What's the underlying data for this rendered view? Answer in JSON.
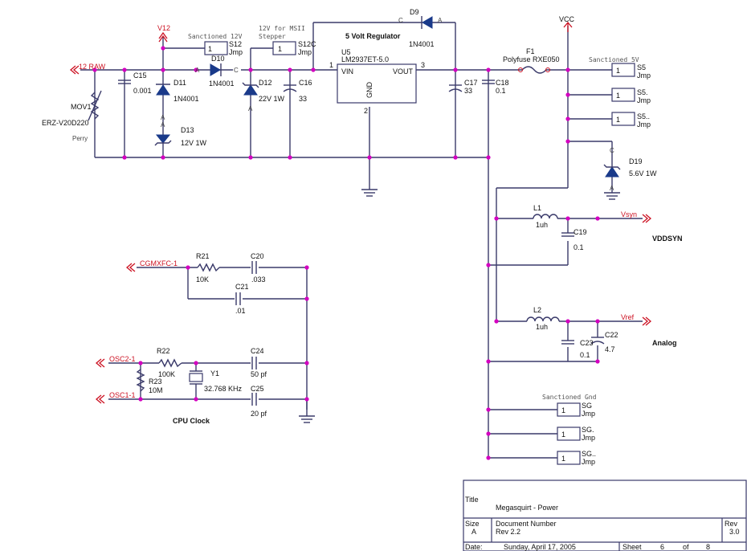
{
  "nets": {
    "v12": "V12",
    "vcc": "VCC",
    "raw12": "12 RAW",
    "cgmxfc": "CGMXFC-1",
    "osc2": "OSC2-1",
    "osc1": "OSC1-1",
    "vsyn": "Vsyn",
    "vref": "Vref"
  },
  "notes": {
    "sanctioned12v": "Sanctioned 12V",
    "msii": "12V for MSII",
    "stepper": "Stepper",
    "regulator": "5 Volt Regulator",
    "sanctioned5v": "Sanctioned 5V",
    "sanctionedgnd": "Sanctioned Gnd",
    "vddsyn": "VDDSYN",
    "analog": "Analog",
    "cpuclock": "CPU Clock",
    "perry": "Perry"
  },
  "components": {
    "c15": {
      "ref": "C15",
      "value": "0.001"
    },
    "mov1": {
      "ref": "MOV1",
      "value": "ERZ-V20D220"
    },
    "d11": {
      "ref": "D11",
      "value": "1N4001"
    },
    "d13": {
      "ref": "D13",
      "value": "12V 1W"
    },
    "d10": {
      "ref": "D10",
      "value": "1N4001"
    },
    "s12": {
      "ref": "S12",
      "value": "Jmp",
      "pin": "1"
    },
    "s12c": {
      "ref": "S12C",
      "value": "Jmp",
      "pin": "1"
    },
    "d12": {
      "ref": "D12",
      "value": "22V 1W"
    },
    "c16": {
      "ref": "C16",
      "value": "33"
    },
    "u5": {
      "ref": "U5",
      "value": "LM2937ET-5.0",
      "vin": "VIN",
      "vout": "VOUT",
      "gnd": "GND",
      "pin1": "1",
      "pin2": "2",
      "pin3": "3"
    },
    "d9": {
      "ref": "D9",
      "value": "1N4001"
    },
    "c17": {
      "ref": "C17",
      "value": "33"
    },
    "c18": {
      "ref": "C18",
      "value": "0.1"
    },
    "f1": {
      "ref": "F1",
      "value": "Polyfuse RXE050"
    },
    "s5a": {
      "ref": "S5",
      "value": "Jmp",
      "pin": "1"
    },
    "s5b": {
      "ref": "S5.",
      "value": "Jmp",
      "pin": "1"
    },
    "s5c": {
      "ref": "S5..",
      "value": "Jmp",
      "pin": "1"
    },
    "d19": {
      "ref": "D19",
      "value": "5.6V 1W"
    },
    "l1": {
      "ref": "L1",
      "value": "1uh"
    },
    "c19": {
      "ref": "C19",
      "value": "0.1"
    },
    "l2": {
      "ref": "L2",
      "value": "1uh"
    },
    "c22": {
      "ref": "C22",
      "value": "4.7"
    },
    "c23": {
      "ref": "C23",
      "value": "0.1"
    },
    "r21": {
      "ref": "R21",
      "value": "10K"
    },
    "c20": {
      "ref": "C20",
      "value": ".033"
    },
    "c21": {
      "ref": "C21",
      "value": ".01"
    },
    "r22": {
      "ref": "R22",
      "value": "100K"
    },
    "r23": {
      "ref": "R23",
      "value": "10M"
    },
    "y1": {
      "ref": "Y1",
      "value": "32.768 KHz"
    },
    "c24": {
      "ref": "C24",
      "value": "50 pf"
    },
    "c25": {
      "ref": "C25",
      "value": "20 pf"
    },
    "sga": {
      "ref": "SG",
      "value": "Jmp",
      "pin": "1"
    },
    "sgb": {
      "ref": "SG.",
      "value": "Jmp",
      "pin": "1"
    },
    "sgc": {
      "ref": "SG..",
      "value": "Jmp",
      "pin": "1"
    }
  },
  "pinletters": {
    "a": "A",
    "c": "C"
  },
  "titleblock": {
    "title_label": "Title",
    "title": "Megasquirt - Power",
    "size_label": "Size",
    "size": "A",
    "docnum_label": "Document Number",
    "docnum": "Rev 2.2",
    "rev_label": "Rev",
    "rev": "3.0",
    "date_label": "Date:",
    "date": "Sunday, April 17, 2005",
    "sheet_label": "Sheet",
    "sheet": "6",
    "of_label": "of",
    "total": "8"
  }
}
